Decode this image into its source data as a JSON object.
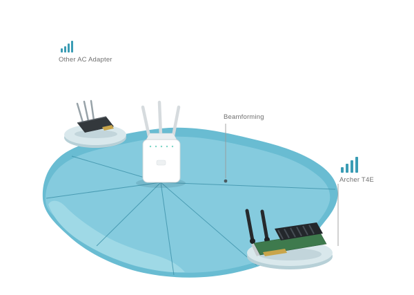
{
  "diagram": {
    "labels": {
      "adapter": "Other AC Adapter",
      "beamforming": "Beamforming",
      "archer": "Archer T4E"
    }
  },
  "icons": {
    "adapter_signal": "signal-bars-icon",
    "archer_signal": "signal-bars-icon"
  },
  "colors": {
    "coverage_base": "#69bcd2",
    "coverage_surface": "#85cbde",
    "coverage_highlight": "#9fd9e6",
    "beam_line": "#3f93ab",
    "signal_icon": "#3a9cb4",
    "label_text": "#6f6f6f",
    "leader_line": "#9a9a9a",
    "platform_top": "#d9e8ec",
    "platform_side": "#b7d0d7",
    "router_led": "#7cd6c6",
    "pcb": "#3e7a4d",
    "heatsink": "#23272b",
    "connector_gold": "#c9a54a",
    "antenna_black": "#26292c",
    "antenna_light": "#d6dbde"
  }
}
